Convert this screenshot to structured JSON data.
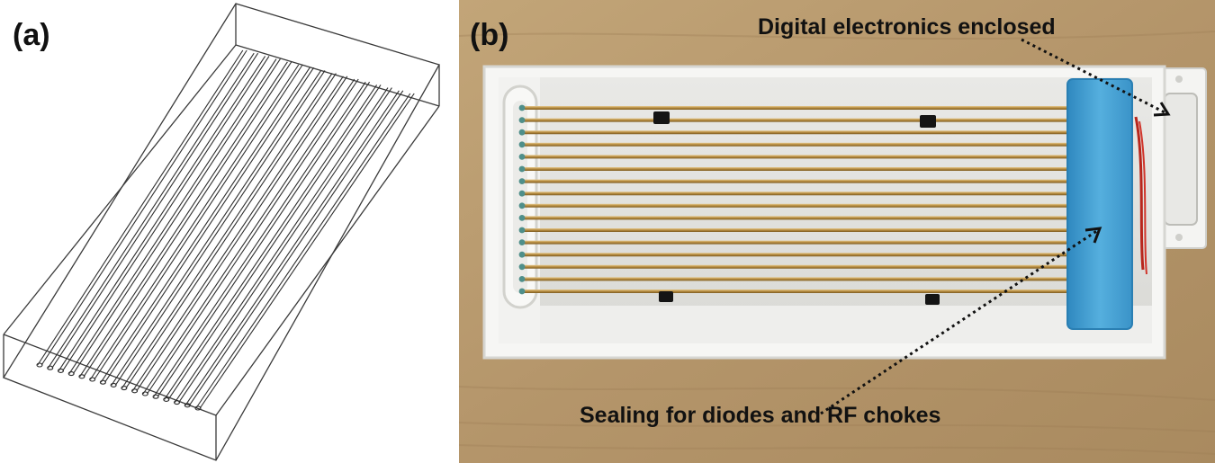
{
  "panel_a": {
    "label": "(a)"
  },
  "panel_b": {
    "label": "(b)",
    "annotations": {
      "digital": "Digital electronics enclosed",
      "sealing": "Sealing for diodes and RF chokes"
    }
  },
  "colors": {
    "cad_line": "#3a3a3a",
    "table_wood": "#b89a6c",
    "tray_white": "#f3f3f1",
    "brass_rod": "#c9a35a",
    "blue_enclosure": "#4aa3d4",
    "arrow": "#111111"
  },
  "scene": {
    "rod_count": 16
  }
}
